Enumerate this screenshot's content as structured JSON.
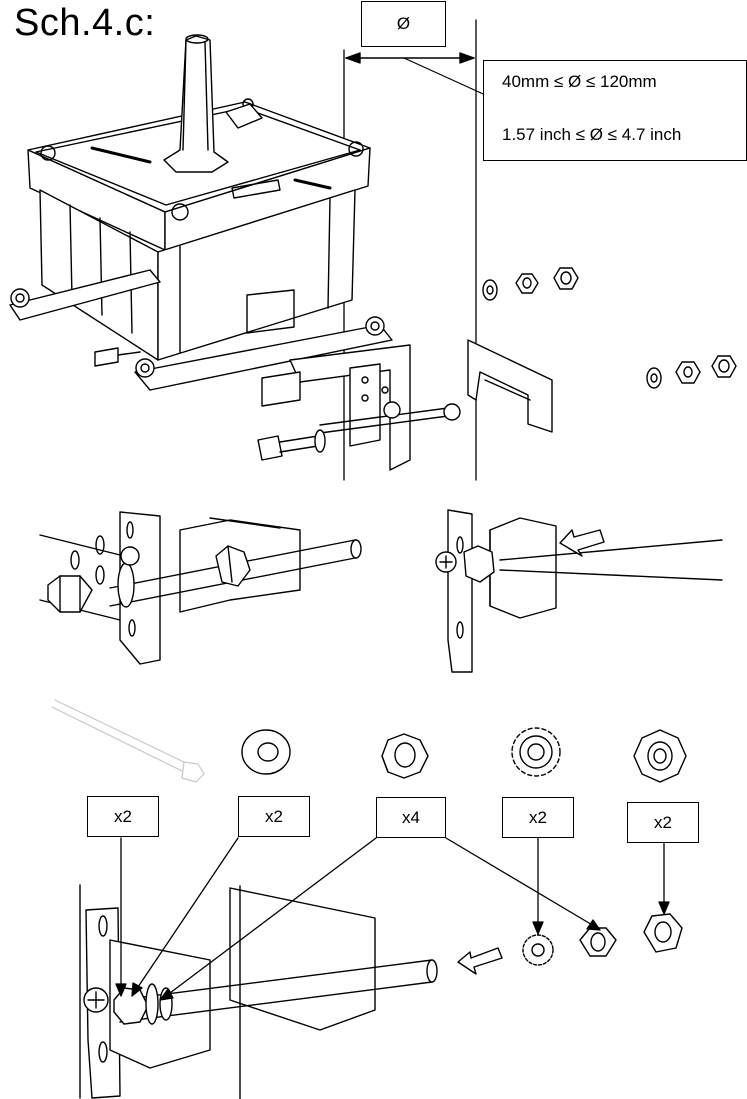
{
  "title": "Sch.4.c:",
  "diameter_label": "Ø",
  "spec_metric": "40mm  ≤ Ø ≤  120mm",
  "spec_imperial": "1.57 inch  ≤ Ø ≤  4.7 inch",
  "parts": [
    {
      "name": "bolt",
      "qty": "x2"
    },
    {
      "name": "flat-washer",
      "qty": "x2"
    },
    {
      "name": "hex-nut",
      "qty": "x4"
    },
    {
      "name": "lock-washer",
      "qty": "x2"
    },
    {
      "name": "lock-nut",
      "qty": "x2"
    }
  ]
}
